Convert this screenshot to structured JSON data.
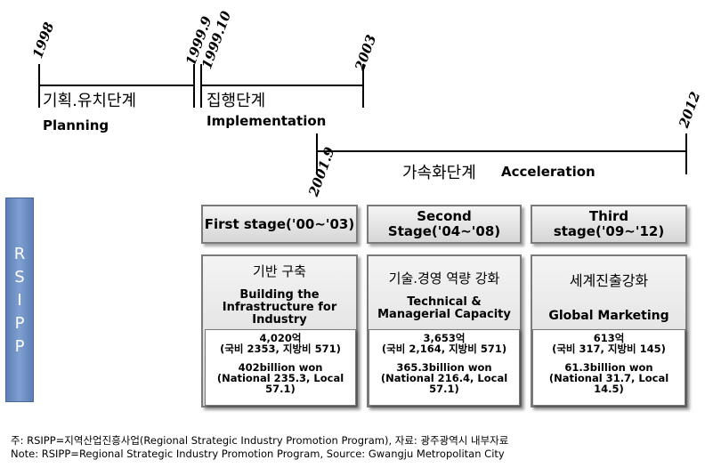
{
  "timeline": {
    "dates": [
      "1998",
      "1999.9",
      "1999.10",
      "2003",
      "2012",
      "2001.9"
    ],
    "phases": [
      {
        "kr": "기획.유치단계",
        "en": "Planning"
      },
      {
        "kr": "집행단계",
        "en": "Implementation"
      },
      {
        "kr": "가속화단계",
        "en": "Acceleration"
      }
    ]
  },
  "rsipp_label": "R S I P P",
  "stages": [
    {
      "title_1": "First stage('00~'03)",
      "title_2": "",
      "desc_kr": "기반 구축",
      "desc_en_1": "Building the",
      "desc_en_2": "Infrastructure for",
      "desc_en_3": "Industry",
      "budget_kr_1": "4,020억",
      "budget_kr_2": "(국비 2353, 지방비 571)",
      "budget_en_1": "402billion won",
      "budget_en_2": "(National 235.3, Local",
      "budget_en_3": "57.1)"
    },
    {
      "title_1": "Second",
      "title_2": "Stage('04~'08)",
      "desc_kr": "기술.경영 역량 강화",
      "desc_en_1": "Technical &",
      "desc_en_2": "Managerial Capacity",
      "desc_en_3": "",
      "budget_kr_1": "3,653억",
      "budget_kr_2": "(국비 2,164, 지방비 571)",
      "budget_en_1": "365.3billion won",
      "budget_en_2": "(National 216.4, Local",
      "budget_en_3": "57.1)"
    },
    {
      "title_1": "Third",
      "title_2": "stage('09~'12)",
      "desc_kr": "세계진출강화",
      "desc_en_1": "Global Marketing",
      "desc_en_2": "",
      "desc_en_3": "",
      "budget_kr_1": "613억",
      "budget_kr_2": "(국비 317, 지방비 145)",
      "budget_en_1": "61.3billion won",
      "budget_en_2": "(National 31.7, Local",
      "budget_en_3": "14.5)"
    }
  ],
  "notes": {
    "kr": "주: RSIPP=지역산업진흥사업(Regional  Strategic Industry Promotion Program), 자료: 광주광역시 내부자료",
    "en": "Note: RSIPP=Regional Strategic Industry Promotion Program, Source: Gwangju Metropolitan City"
  }
}
